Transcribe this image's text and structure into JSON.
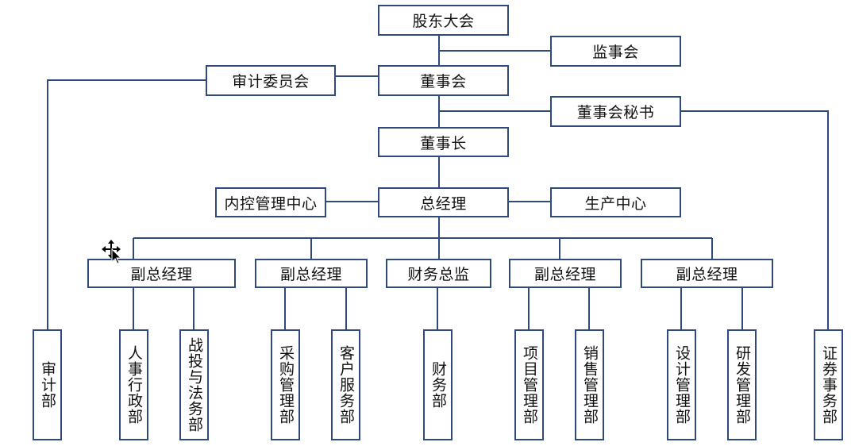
{
  "nodes": {
    "shareholders": "股东大会",
    "supervisory": "监事会",
    "audit_committee": "审计委员会",
    "board": "董事会",
    "board_secretary": "董事会秘书",
    "chairman": "董事长",
    "internal_control": "内控管理中心",
    "general_manager": "总经理",
    "production_center": "生产中心",
    "vgm1": "副总经理",
    "vgm2": "副总经理",
    "cfo": "财务总监",
    "vgm3": "副总经理",
    "vgm4": "副总经理",
    "audit_dept": "审计部",
    "hr_admin": "人事行政部",
    "strategy_legal": "战投与法务部",
    "procurement": "采购管理部",
    "customer_service": "客户服务部",
    "finance_dept": "财务部",
    "project_mgmt": "项目管理部",
    "sales_mgmt": "销售管理部",
    "design_mgmt": "设计管理部",
    "rd_mgmt": "研发管理部",
    "securities": "证券事务部"
  },
  "colors": {
    "line": "#2f4a7c",
    "box_border": "#2f4a7c",
    "text": "#111111"
  },
  "icons": {
    "cursor": "move-cursor-icon"
  }
}
